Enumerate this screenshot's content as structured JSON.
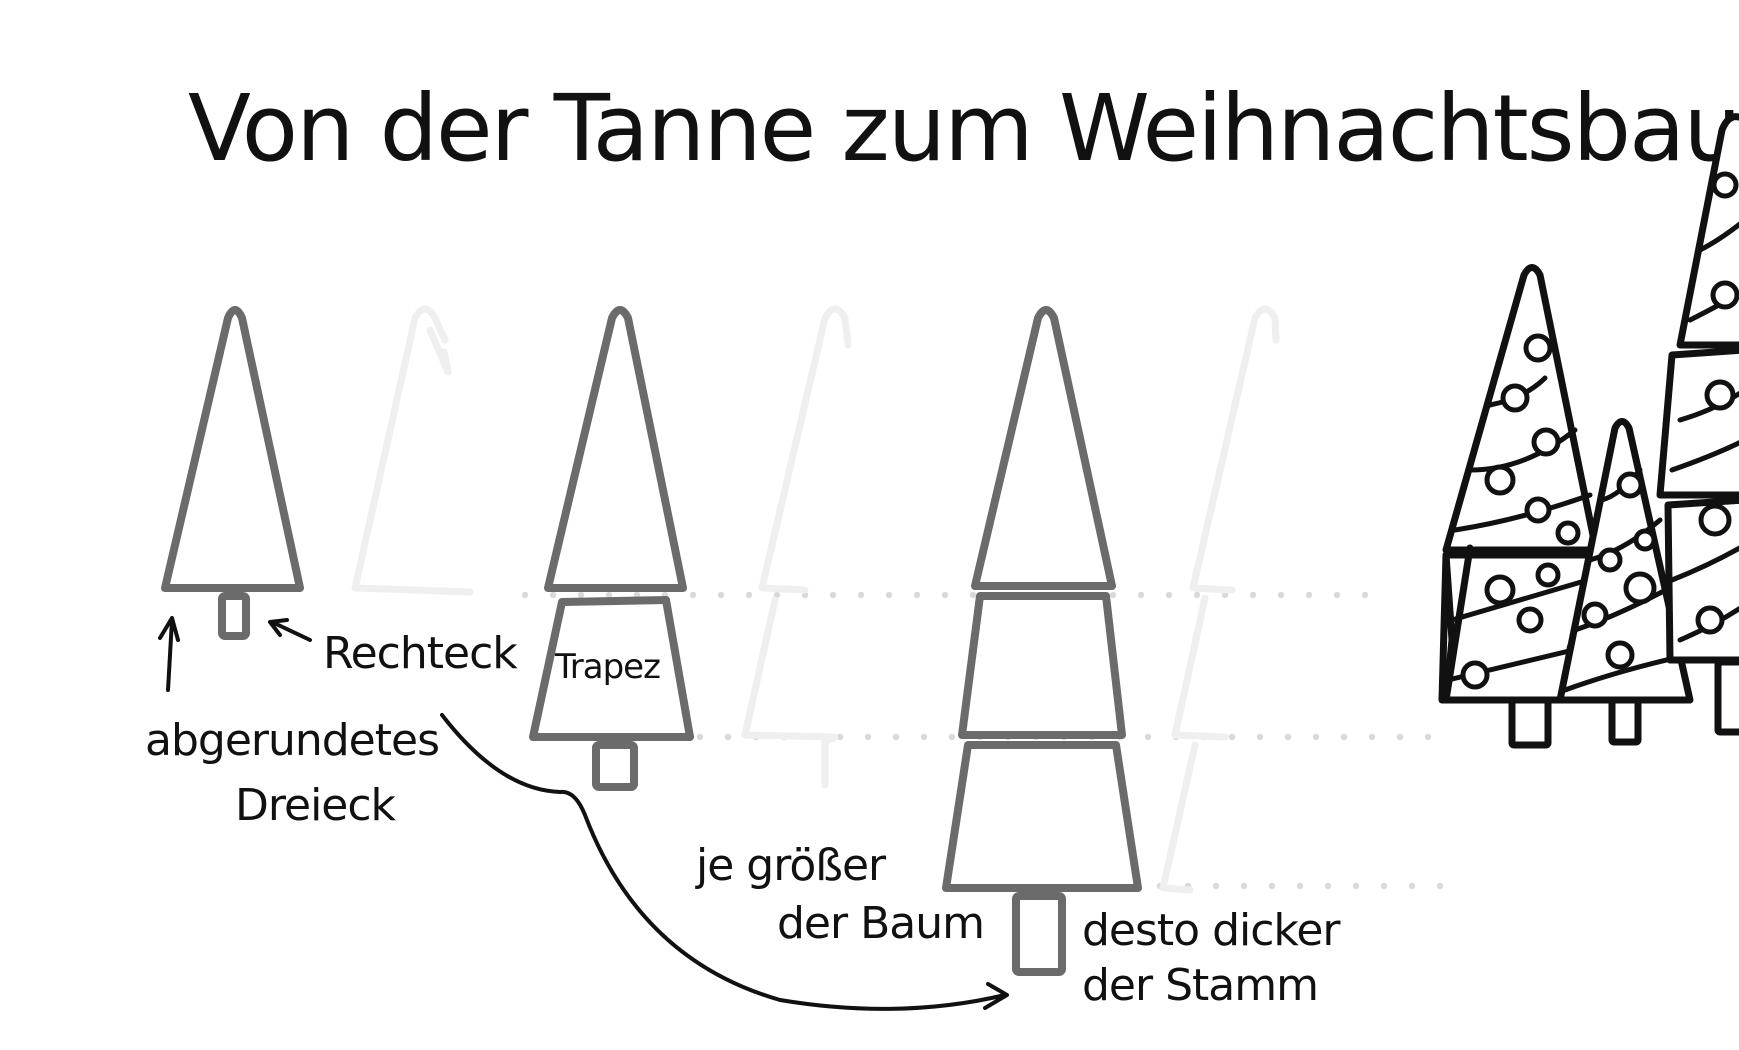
{
  "title": "Von der Tanne zum Weihnachtsbaum",
  "labels": {
    "rechteck": "Rechteck",
    "abgerundetes": "abgerundetes",
    "dreieck": "Dreieck",
    "trapez": "Trapez",
    "je_groesser": "je größer",
    "der_baum": "der Baum",
    "desto_dicker": "desto dicker",
    "der_stamm": "der Stamm"
  },
  "colors": {
    "step_outline": "#6b6b6b",
    "ghost_outline": "#efefef",
    "final_outline": "#111111",
    "guide_dots": "#d9d9d9",
    "background": "#ffffff"
  },
  "icons": {
    "step1": "tree-step-icon",
    "step2": "tree-step-icon",
    "step3": "tree-step-icon",
    "final": "christmas-tree-icon"
  }
}
